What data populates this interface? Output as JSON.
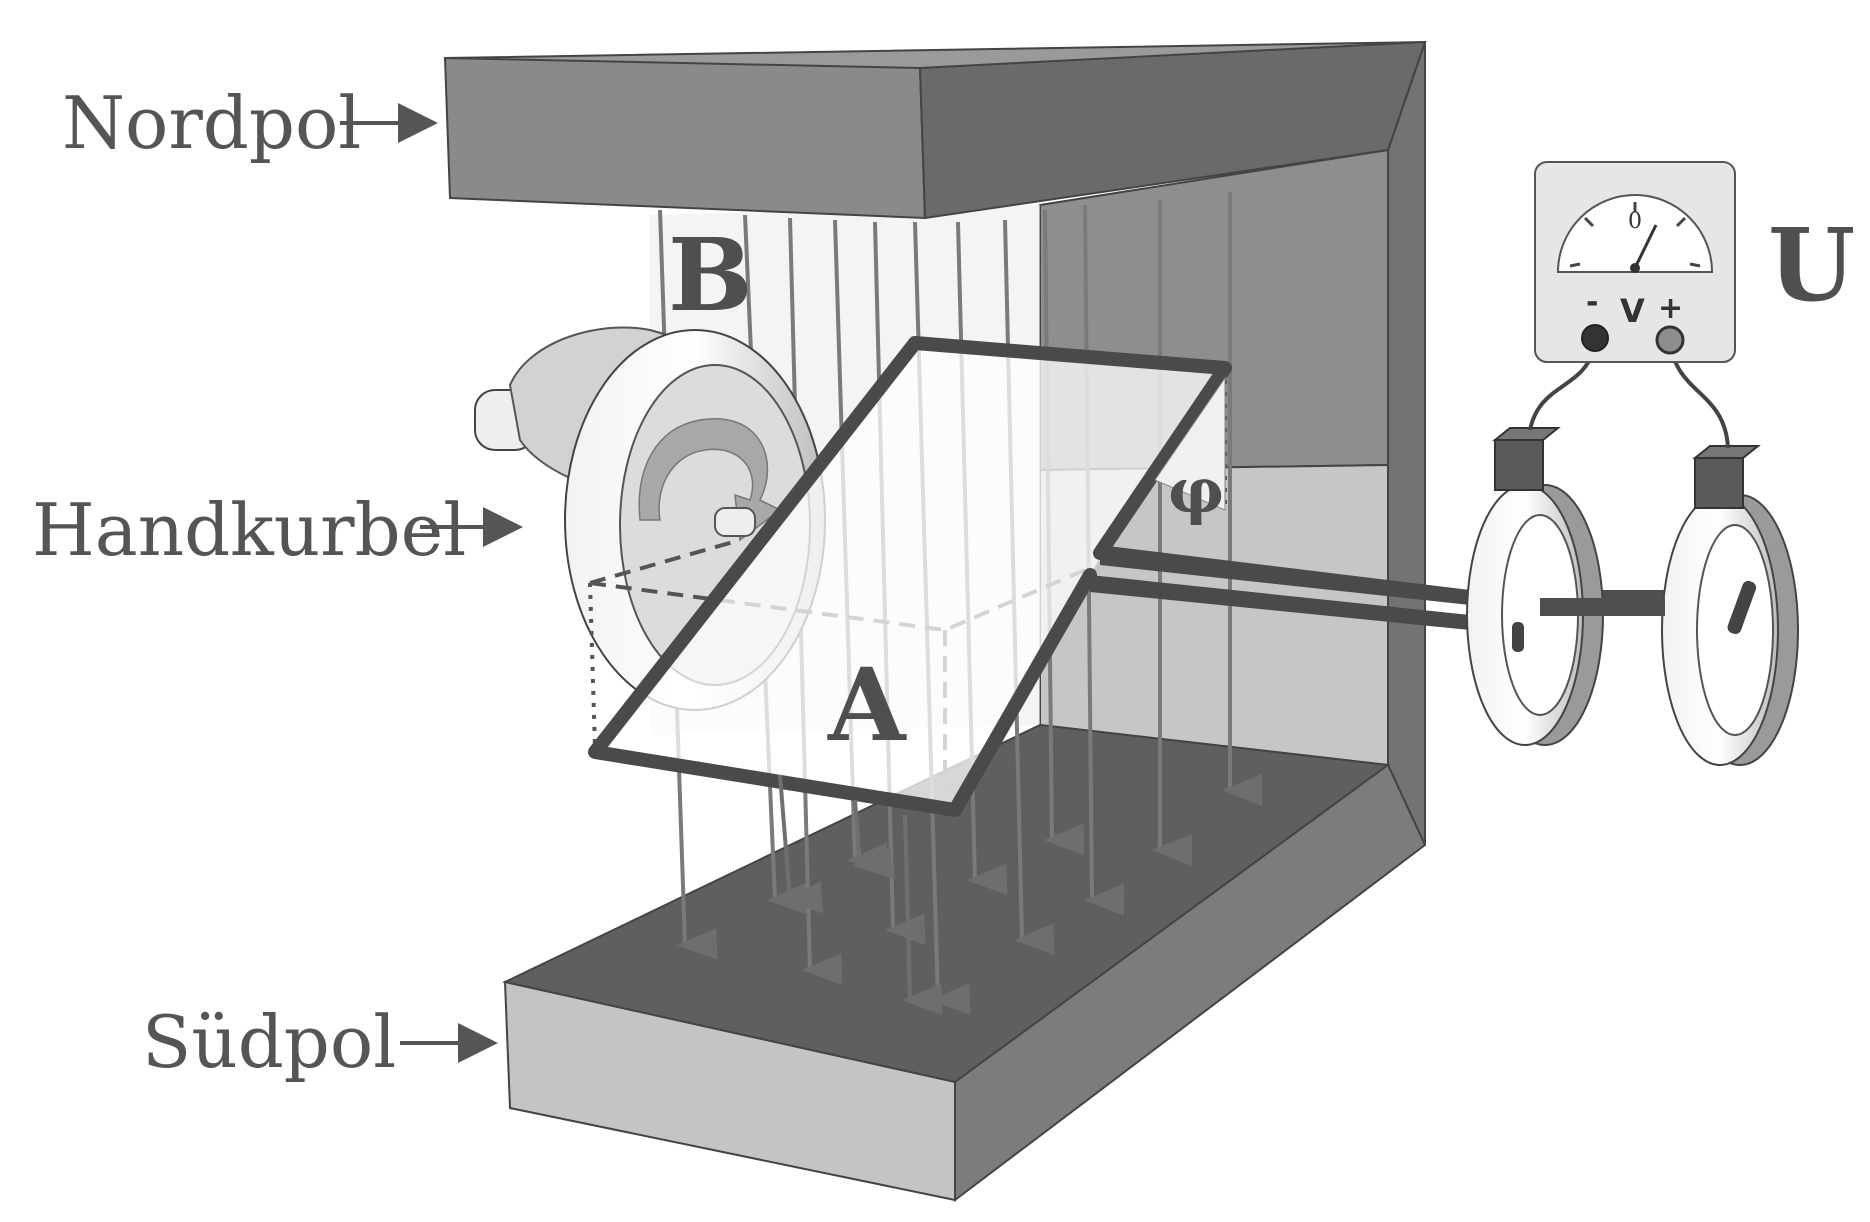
{
  "labels": {
    "north": "Nordpol",
    "south": "Südpol",
    "crank": "Handkurbel",
    "field": "B",
    "area": "A",
    "angle": "φ",
    "voltage": "U"
  },
  "voltmeter": {
    "zero": "0",
    "minus": "-",
    "unit": "V",
    "plus": "+"
  },
  "colors": {
    "magnet_light": "#c4c4c4",
    "magnet_mid": "#8a8a8a",
    "magnet_dark": "#5e5e5e",
    "loop": "#4a4a4a",
    "label": "#555555"
  }
}
